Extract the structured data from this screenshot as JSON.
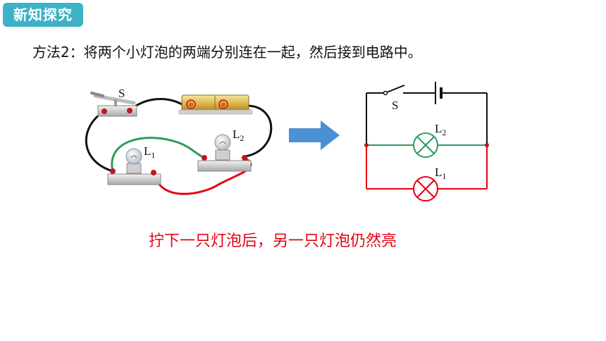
{
  "header": {
    "badge": "新知探究"
  },
  "method_text": "方法2：将两个小灯泡的两端分别连在一起，然后接到电路中。",
  "conclusion_text": "拧下一只灯泡后，另一只灯泡仍然亮",
  "physical": {
    "switch_label": "S",
    "lamp1": {
      "letter": "L",
      "sub": "1"
    },
    "lamp2": {
      "letter": "L",
      "sub": "2"
    },
    "battery_symbol": "⊕"
  },
  "schematic": {
    "switch_label": "S",
    "lamp1": {
      "letter": "L",
      "sub": "1"
    },
    "lamp2": {
      "letter": "L",
      "sub": "2"
    }
  },
  "colors": {
    "badge": "#3db1c6",
    "arrow": "#4a90d2",
    "green_wire": "#2e9a5e",
    "red_wire": "#e60012",
    "black_wire": "#111111"
  }
}
